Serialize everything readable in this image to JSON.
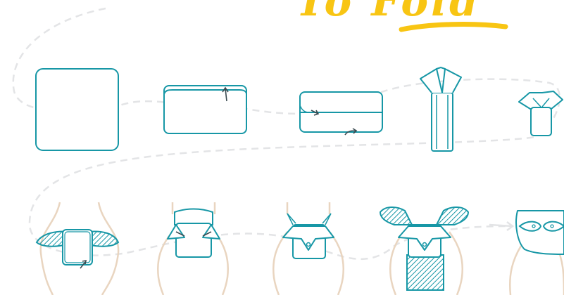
{
  "diagram": {
    "title": "To Fold",
    "colors": {
      "outline": "#1797a6",
      "accent": "#f8c513",
      "dash": "#e3e4e6",
      "legs": "#e9d5c0",
      "arrow": "#3a4a50"
    },
    "steps_row1": [
      "flat-square-step",
      "fold-top-down-step",
      "fold-in-thirds-step",
      "fan-top-step",
      "fold-down-step"
    ],
    "steps_row2": [
      "place-under-baby-step",
      "fold-wings-in-step",
      "snap-front-step",
      "fold-hatched-wings-step",
      "finished-diaper-step"
    ]
  }
}
